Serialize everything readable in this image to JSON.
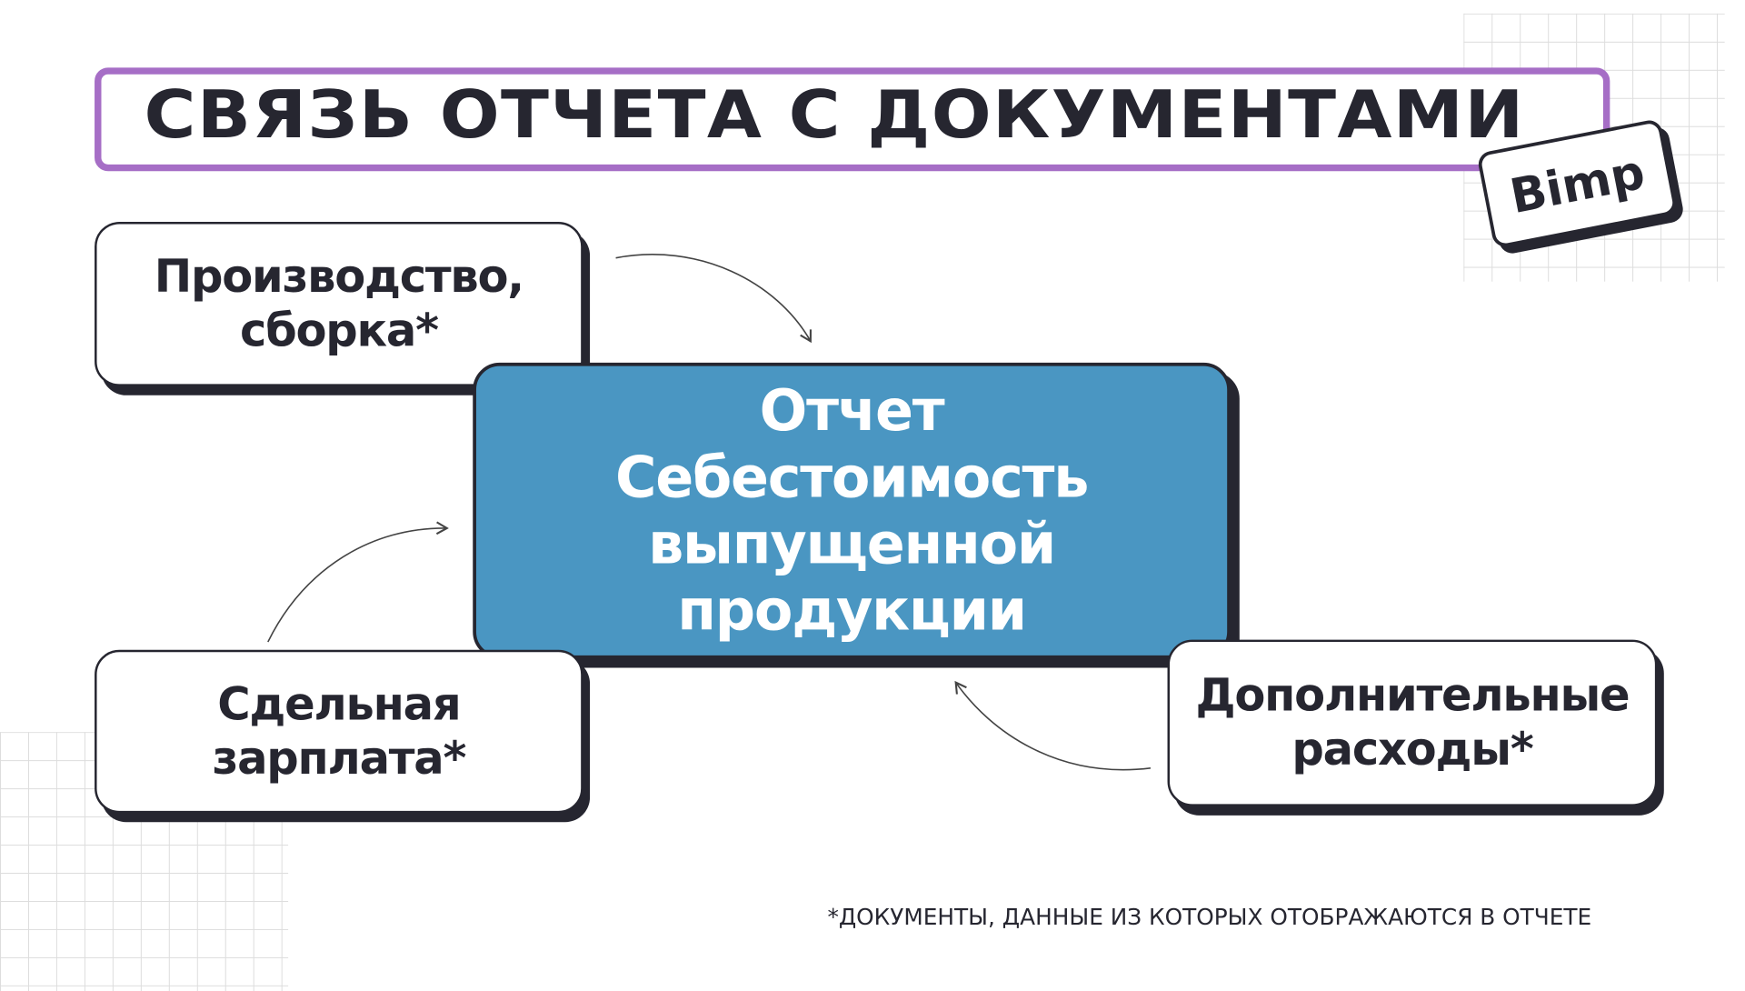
{
  "title": "СВЯЗЬ ОТЧЕТА С ДОКУМЕНТАМИ",
  "brand": "Bimp",
  "center": {
    "lines": [
      "Отчет",
      "Себестоимость",
      "выпущенной",
      "продукции"
    ]
  },
  "nodes": [
    {
      "lines": [
        "Производство,",
        "сборка*"
      ]
    },
    {
      "lines": [
        "Сдельная",
        "зарплата*"
      ]
    },
    {
      "lines": [
        "Дополнительные",
        "расходы*"
      ]
    }
  ],
  "footnote": "*ДОКУМЕНТЫ, ДАННЫЕ ИЗ КОТОРЫХ ОТОБРАЖАЮТСЯ В ОТЧЕТЕ",
  "colors": {
    "accent": "#a66ec6",
    "center": "#4a96c2",
    "ink": "#262630"
  }
}
